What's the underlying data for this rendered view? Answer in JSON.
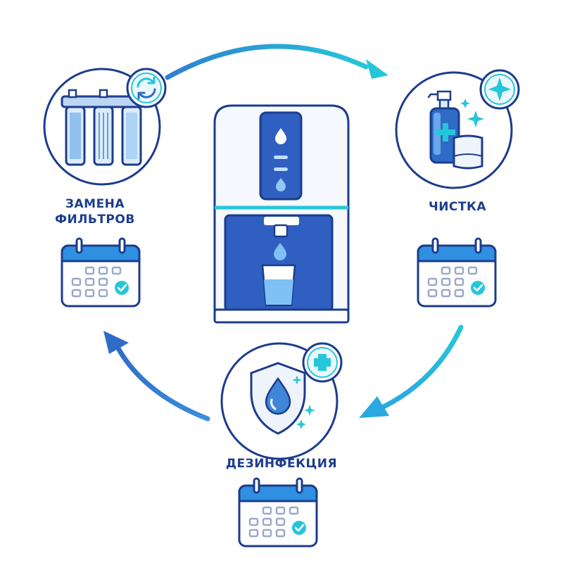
{
  "colors": {
    "navy": "#1c3c8c",
    "blue": "#2f5fc0",
    "light_blue": "#7fb3e8",
    "cyan": "#26c6da",
    "pale_blue": "#eaf3fb"
  },
  "stages": [
    {
      "id": "filters",
      "label_lines": [
        "ЗАМЕНА",
        "ФИЛЬТРОВ"
      ],
      "icon": "filter-cartridges-icon",
      "badge": "refresh-icon"
    },
    {
      "id": "cleaning",
      "label_lines": [
        "ЧИСТКА"
      ],
      "icon": "spray-bottle-cloth-icon",
      "badge": "sparkle-icon"
    },
    {
      "id": "disinfection",
      "label_lines": [
        "ДЕЗИНФЕКЦИЯ"
      ],
      "icon": "shield-drop-icon",
      "badge": "plus-icon"
    }
  ],
  "center_icon": "water-dispenser-icon",
  "calendar_icon": "calendar-check-icon",
  "cycle_arrows": [
    "arrow-filters-to-cleaning",
    "arrow-cleaning-to-disinfection",
    "arrow-disinfection-to-filters"
  ]
}
